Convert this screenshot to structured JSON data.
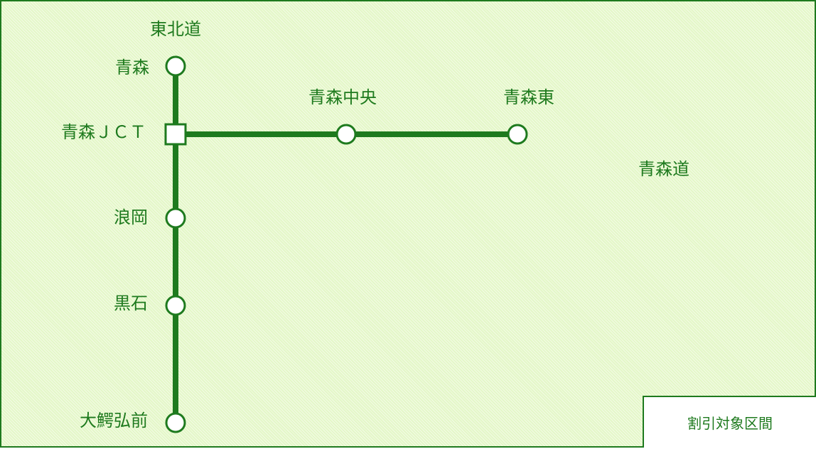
{
  "colors": {
    "line": "#1e7a1e",
    "background": "#e4f7c8",
    "node_fill": "#ffffff"
  },
  "roads": {
    "tohoku": "東北道",
    "aomori": "青森道"
  },
  "stations": {
    "aomori": "青森",
    "aomori_jct": "青森ＪＣＴ",
    "namioka": "浪岡",
    "kuroishi": "黒石",
    "owani_hirosaki": "大鰐弘前",
    "aomori_chuo": "青森中央",
    "aomori_higashi": "青森東"
  },
  "legend": {
    "label": "割引対象区間"
  }
}
